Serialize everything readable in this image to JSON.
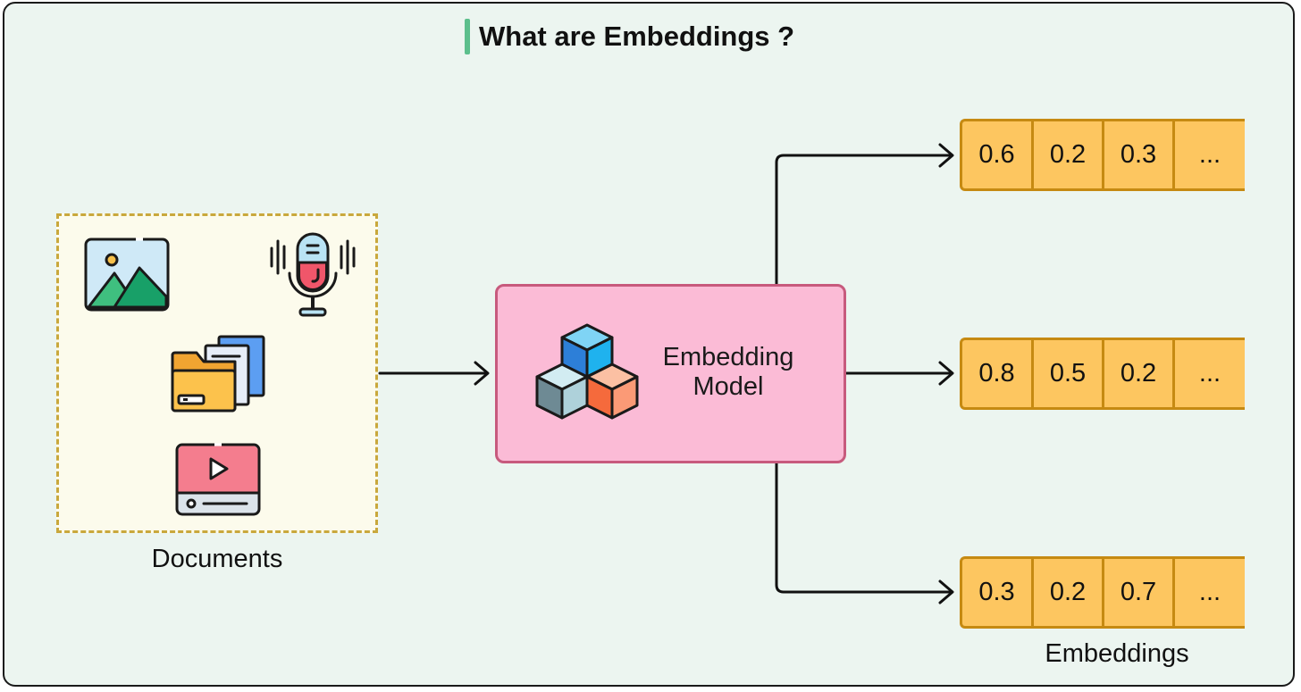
{
  "title": "What are Embeddings ?",
  "documents": {
    "label": "Documents",
    "icons": [
      "image-icon",
      "microphone-icon",
      "folder-files-icon",
      "video-player-icon"
    ]
  },
  "model": {
    "label_line1": "Embedding",
    "label_line2": "Model",
    "icon": "cubes-icon"
  },
  "embeddings": {
    "label": "Embeddings",
    "vectors": [
      [
        "0.6",
        "0.2",
        "0.3",
        "..."
      ],
      [
        "0.8",
        "0.5",
        "0.2",
        "..."
      ],
      [
        "0.3",
        "0.2",
        "0.7",
        "..."
      ]
    ]
  },
  "colors": {
    "background": "#ecf5f0",
    "title_accent": "#5cbf8c",
    "documents_fill": "#fcfbec",
    "documents_border": "#c9a83c",
    "model_fill": "#fbbbd6",
    "model_border": "#c75a7d",
    "vector_fill": "#fdc660",
    "vector_border": "#c68a12"
  }
}
